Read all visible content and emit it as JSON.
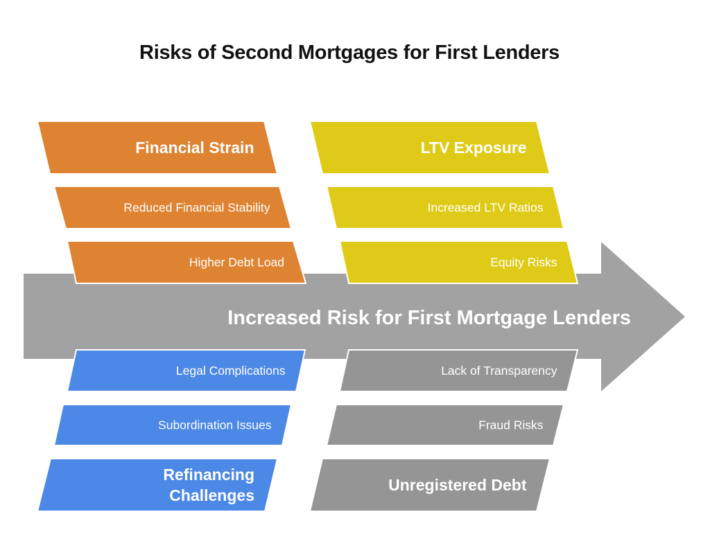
{
  "title": "Risks of Second Mortgages for First Lenders",
  "colors": {
    "arrow": "#a2a2a2",
    "financial_strain": "#de8331",
    "ltv_exposure": "#dfcb17",
    "refinancing": "#4c88e5",
    "unregistered": "#959595",
    "text": "#ffffff"
  },
  "center_arrow": {
    "label": "Increased Risk for First Mortgage Lenders"
  },
  "groups": [
    {
      "id": "financial-strain",
      "position": "top-left",
      "color_key": "financial_strain",
      "heading": [
        "Financial Strain"
      ],
      "items": [
        "Reduced Financial Stability",
        "Higher Debt Load"
      ]
    },
    {
      "id": "ltv-exposure",
      "position": "top-right",
      "color_key": "ltv_exposure",
      "heading": [
        "LTV Exposure"
      ],
      "items": [
        "Increased LTV Ratios",
        "Equity Risks"
      ]
    },
    {
      "id": "refinancing-challenges",
      "position": "bottom-left",
      "color_key": "refinancing",
      "heading": [
        "Refinancing",
        "Challenges"
      ],
      "items": [
        "Legal Complications",
        "Subordination Issues"
      ]
    },
    {
      "id": "unregistered-debt",
      "position": "bottom-right",
      "color_key": "unregistered",
      "heading": [
        "Unregistered Debt"
      ],
      "items": [
        "Lack of Transparency",
        "Fraud Risks"
      ]
    }
  ]
}
